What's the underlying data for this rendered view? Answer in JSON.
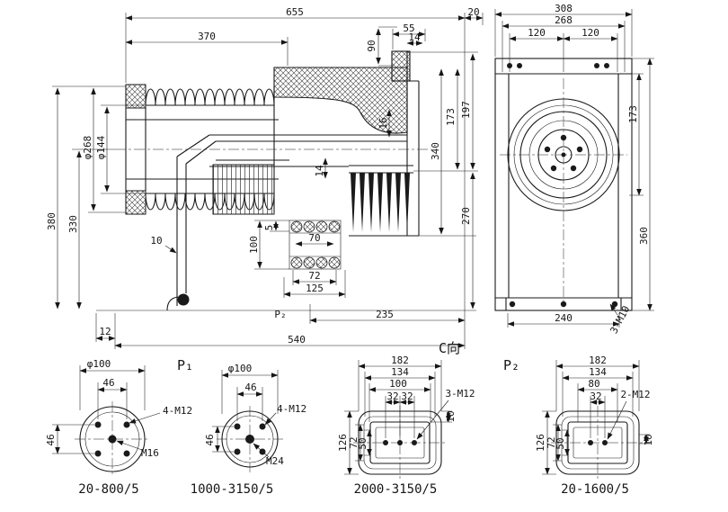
{
  "drawing": {
    "main": {
      "d655": "655",
      "d370": "370",
      "d20": "20",
      "d55": "55",
      "d90": "90",
      "d14_top": "14",
      "d16": "16",
      "d197": "197",
      "d173": "173",
      "d340": "340",
      "d14_mid": "14",
      "d270": "270",
      "phi268": "φ268",
      "phi144": "φ144",
      "d380": "380",
      "d330": "330",
      "d10": "10",
      "d100": "100",
      "d5": "5",
      "d70": "70",
      "d72": "72",
      "d125": "125",
      "p2_ref": "P₂",
      "d235": "235",
      "d12": "12",
      "d540": "540"
    },
    "end_view": {
      "d308": "308",
      "d268": "268",
      "d120_left": "120",
      "d120_right": "120",
      "d173": "173",
      "d360": "360",
      "d240": "240",
      "bolt_note": "3-M10",
      "view_label": "C向"
    },
    "details": [
      {
        "label": "P₁",
        "phi": "φ100",
        "d46_top": "46",
        "d46_left": "46",
        "bolt_note": "4-M12",
        "thread": "M16",
        "caption": "20-800/5"
      },
      {
        "phi": "φ100",
        "d46_top": "46",
        "d46_left": "46",
        "bolt_note": "4-M12",
        "thread": "M24",
        "caption": "1000-3150/5"
      },
      {
        "d182": "182",
        "d134": "134",
        "d100": "100",
        "d32_left": "32",
        "d32_right": "32",
        "bolt_note": "3-M12",
        "d126": "126",
        "d72": "72",
        "d50": "50",
        "d10": "10",
        "caption": "2000-3150/5"
      },
      {
        "label": "P₂",
        "d182": "182",
        "d134": "134",
        "d80": "80",
        "d32": "32",
        "bolt_note": "2-M12",
        "d126": "126",
        "d72": "72",
        "d50": "50",
        "d10": "10",
        "caption": "20-1600/5"
      }
    ]
  }
}
